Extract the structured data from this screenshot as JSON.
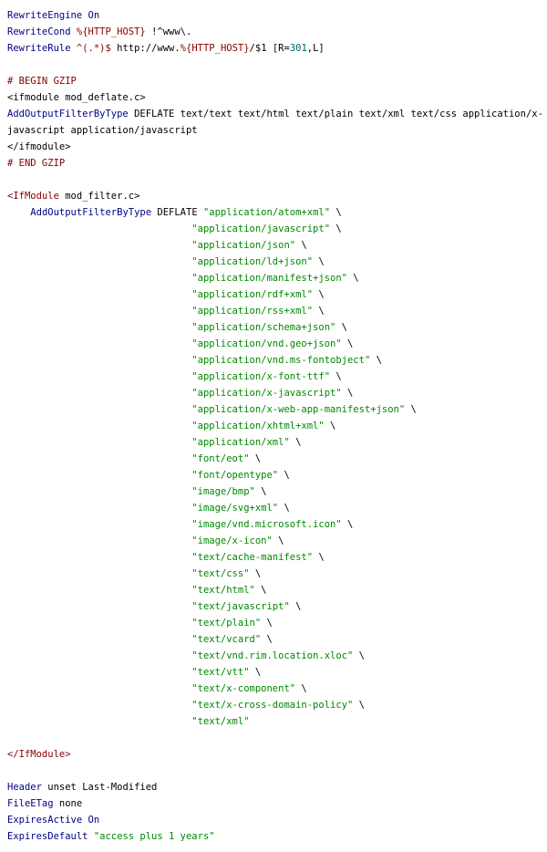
{
  "code": {
    "rewrite": {
      "engine_kw": "RewriteEngine",
      "engine_val": "On",
      "cond_kw": "RewriteCond",
      "cond_var": "%{HTTP_HOST}",
      "cond_pat": "!^www\\.",
      "rule_kw": "RewriteRule",
      "rule_pat": "^(.*)$",
      "rule_target_a": "http://www.",
      "rule_target_var": "%{HTTP_HOST}",
      "rule_target_b": "/$1",
      "rule_flags_a": "[R=",
      "rule_flags_num": "301",
      "rule_flags_b": ",L]"
    },
    "gzip": {
      "begin_comment": "# BEGIN GZIP",
      "open_tag": "<ifmodule mod_deflate.c>",
      "directive": "AddOutputFilterByType",
      "args_line1": " DEFLATE text/text text/html text/plain text/xml text/css application/x-",
      "args_line2": "javascript application/javascript",
      "close_tag": "</ifmodule>",
      "end_comment": "# END GZIP"
    },
    "filter": {
      "open_tag_name": "<IfModule",
      "open_tag_rest": " mod_filter.c>",
      "directive": "AddOutputFilterByType",
      "deflate": " DEFLATE ",
      "types": [
        "\"application/atom+xml\"",
        "\"application/javascript\"",
        "\"application/json\"",
        "\"application/ld+json\"",
        "\"application/manifest+json\"",
        "\"application/rdf+xml\"",
        "\"application/rss+xml\"",
        "\"application/schema+json\"",
        "\"application/vnd.geo+json\"",
        "\"application/vnd.ms-fontobject\"",
        "\"application/x-font-ttf\"",
        "\"application/x-javascript\"",
        "\"application/x-web-app-manifest+json\"",
        "\"application/xhtml+xml\"",
        "\"application/xml\"",
        "\"font/eot\"",
        "\"font/opentype\"",
        "\"image/bmp\"",
        "\"image/svg+xml\"",
        "\"image/vnd.microsoft.icon\"",
        "\"image/x-icon\"",
        "\"text/cache-manifest\"",
        "\"text/css\"",
        "\"text/html\"",
        "\"text/javascript\"",
        "\"text/plain\"",
        "\"text/vcard\"",
        "\"text/vnd.rim.location.xloc\"",
        "\"text/vtt\"",
        "\"text/x-component\"",
        "\"text/x-cross-domain-policy\"",
        "\"text/xml\""
      ],
      "continuation": " \\",
      "close_tag": "</IfModule>"
    },
    "headers": {
      "header_kw": "Header",
      "header_rest": " unset Last-Modified",
      "etag_kw": "FileETag",
      "etag_rest": " none",
      "expires_kw": "ExpiresActive",
      "expires_val": "On",
      "default_kw": "ExpiresDefault",
      "default_val": "\"access plus 1 years\""
    }
  }
}
